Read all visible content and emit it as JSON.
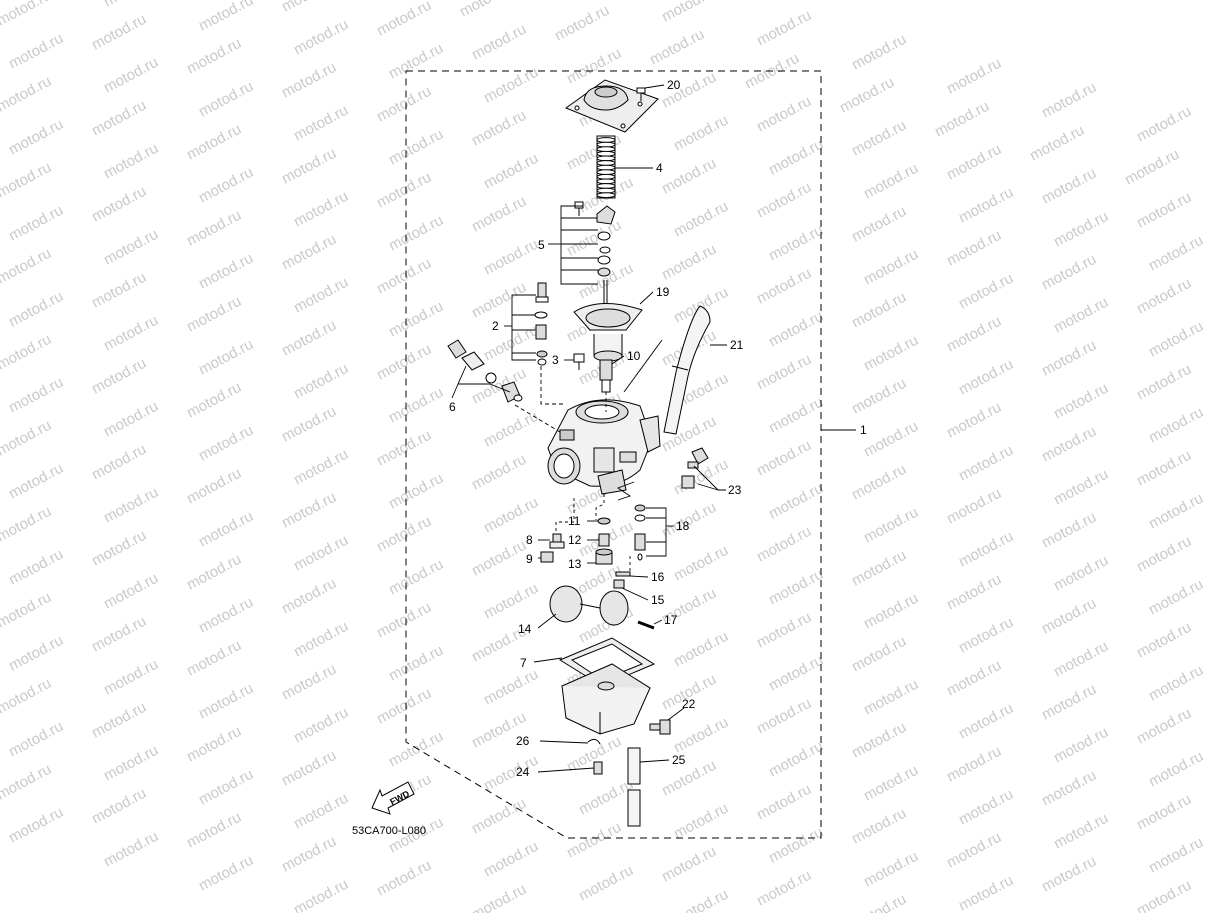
{
  "diagram": {
    "watermark_text": "motod.ru",
    "part_code": "53CA700-L080",
    "fwd_label": "FWD",
    "callouts": {
      "c1": "1",
      "c2": "2",
      "c3": "3",
      "c4": "4",
      "c5": "5",
      "c6": "6",
      "c7": "7",
      "c8": "8",
      "c9": "9",
      "c10": "10",
      "c11": "11",
      "c12": "12",
      "c13": "13",
      "c14": "14",
      "c15": "15",
      "c16": "16",
      "c17": "17",
      "c18": "18",
      "c19": "19",
      "c20": "20",
      "c21": "21",
      "c22": "22",
      "c23": "23",
      "c24": "24",
      "c25": "25",
      "c26": "26"
    },
    "colors": {
      "line": "#000000",
      "watermark": "#c9c9c9",
      "background": "#ffffff"
    }
  }
}
